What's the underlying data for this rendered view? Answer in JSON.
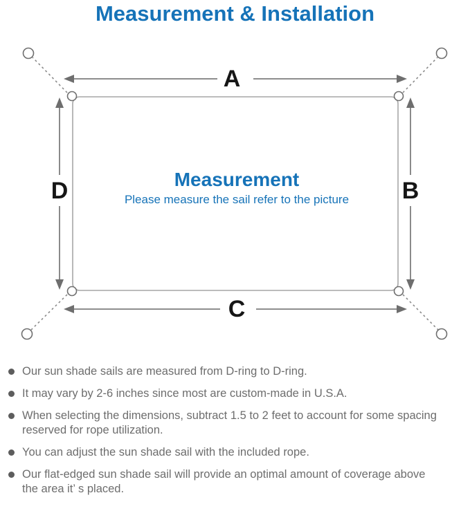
{
  "page": {
    "title": "Measurement & Installation"
  },
  "diagram": {
    "labels": {
      "top": "A",
      "right": "B",
      "bottom": "C",
      "left": "D"
    },
    "center_title": "Measurement",
    "center_subtitle": "Please measure the sail refer to the picture",
    "colors": {
      "accent_blue": "#1673b8",
      "sail_outline_gray": "#a6a6a6",
      "dimension_gray": "#7d7d7d",
      "label_black": "#161616",
      "note_text_gray": "#6d6d6d"
    }
  },
  "notes": {
    "items": [
      "Our sun shade sails are measured from D-ring to D-ring.",
      "It may vary by 2-6 inches since most are custom-made in U.S.A.",
      "When selecting the dimensions, subtract 1.5 to 2 feet to account for some spacing\nreserved for rope utilization.",
      "You can adjust the sun shade sail with the included rope.",
      "Our flat-edged sun shade sail will provide an optimal amount of coverage above\nthe area it’ s placed."
    ]
  }
}
